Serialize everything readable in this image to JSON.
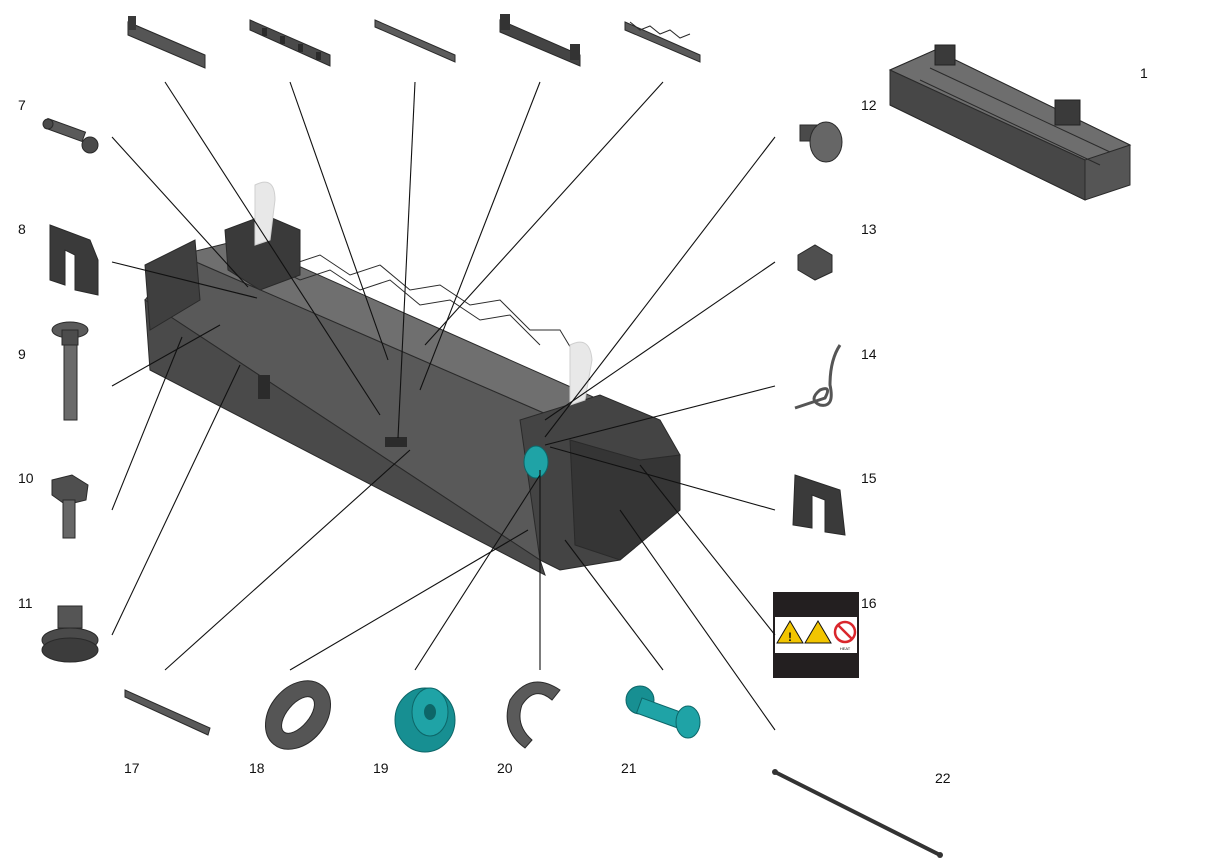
{
  "callouts": [
    {
      "id": "1",
      "label": "1"
    },
    {
      "id": "7",
      "label": "7"
    },
    {
      "id": "8",
      "label": "8"
    },
    {
      "id": "9",
      "label": "9"
    },
    {
      "id": "10",
      "label": "10"
    },
    {
      "id": "11",
      "label": "11"
    },
    {
      "id": "12",
      "label": "12"
    },
    {
      "id": "13",
      "label": "13"
    },
    {
      "id": "14",
      "label": "14"
    },
    {
      "id": "15",
      "label": "15"
    },
    {
      "id": "16",
      "label": "16"
    },
    {
      "id": "17",
      "label": "17"
    },
    {
      "id": "18",
      "label": "18"
    },
    {
      "id": "19",
      "label": "19"
    },
    {
      "id": "20",
      "label": "20"
    },
    {
      "id": "21",
      "label": "21"
    },
    {
      "id": "22",
      "label": "22"
    }
  ],
  "colors": {
    "body": "#5a5a5a",
    "body_dark": "#3c3c3c",
    "body_light": "#7a7a7a",
    "teal": "#1fa3a6",
    "label_bg": "#231f20",
    "warning_yellow": "#f2c500",
    "prohibit_red": "#d9262c"
  },
  "warning_label": {
    "small_text": "HEAT"
  }
}
